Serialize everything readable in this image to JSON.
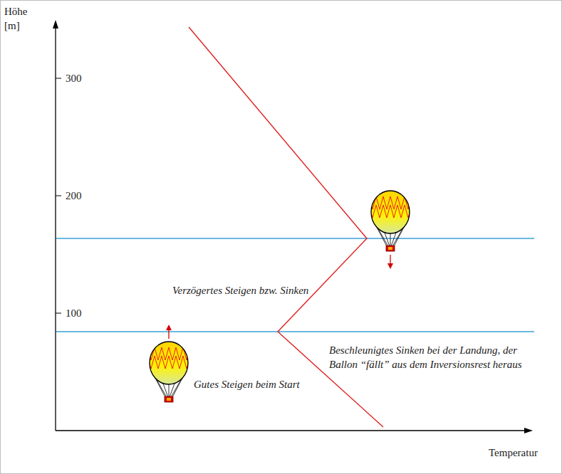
{
  "diagram": {
    "labels": [
      "Höhe",
      "[m]",
      "300",
      "200",
      "100",
      "Verzögertes Steigen bzw. Sinken",
      "Beschleunigtes Sinken bei der Landung, der Ballon “fällt” aus dem Inversionsrest heraus",
      "Gutes Steigen beim Start",
      "Temperatur"
    ]
  }
}
